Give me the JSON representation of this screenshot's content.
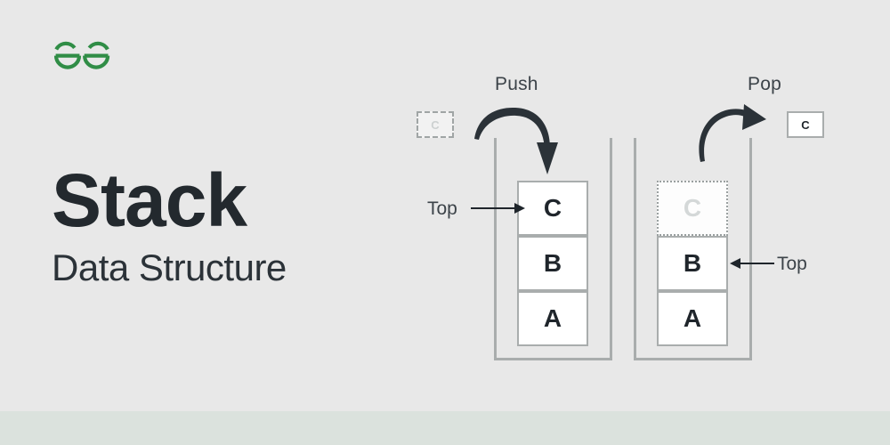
{
  "brand": {
    "logo_icon": "geeksforgeeks-logo-icon",
    "logo_color": "#308d46"
  },
  "page": {
    "background_color": "#e8e8e8",
    "accent_strip_color": "#dbe2dd",
    "title": "Stack",
    "subtitle": "Data Structure"
  },
  "diagram": {
    "push": {
      "caption": "Push",
      "arrow_icon": "curved-arrow-down-icon",
      "incoming_element": {
        "label": "C",
        "style": "dashed-ghost"
      },
      "pointer": {
        "label": "Top",
        "icon": "arrow-right-icon"
      },
      "stack_cells": [
        {
          "label": "C",
          "state": "new"
        },
        {
          "label": "B",
          "state": "filled"
        },
        {
          "label": "A",
          "state": "filled"
        }
      ]
    },
    "pop": {
      "caption": "Pop",
      "arrow_icon": "curved-arrow-up-right-icon",
      "outgoing_element": {
        "label": "C",
        "style": "solid"
      },
      "pointer": {
        "label": "Top",
        "icon": "arrow-left-icon"
      },
      "stack_cells": [
        {
          "label": "C",
          "state": "removed-ghost"
        },
        {
          "label": "B",
          "state": "filled"
        },
        {
          "label": "A",
          "state": "filled"
        }
      ]
    },
    "colors": {
      "cell_border": "#a9adad",
      "cell_fill": "#ffffff",
      "text": "#1f252b",
      "arrow": "#2b3238"
    }
  }
}
